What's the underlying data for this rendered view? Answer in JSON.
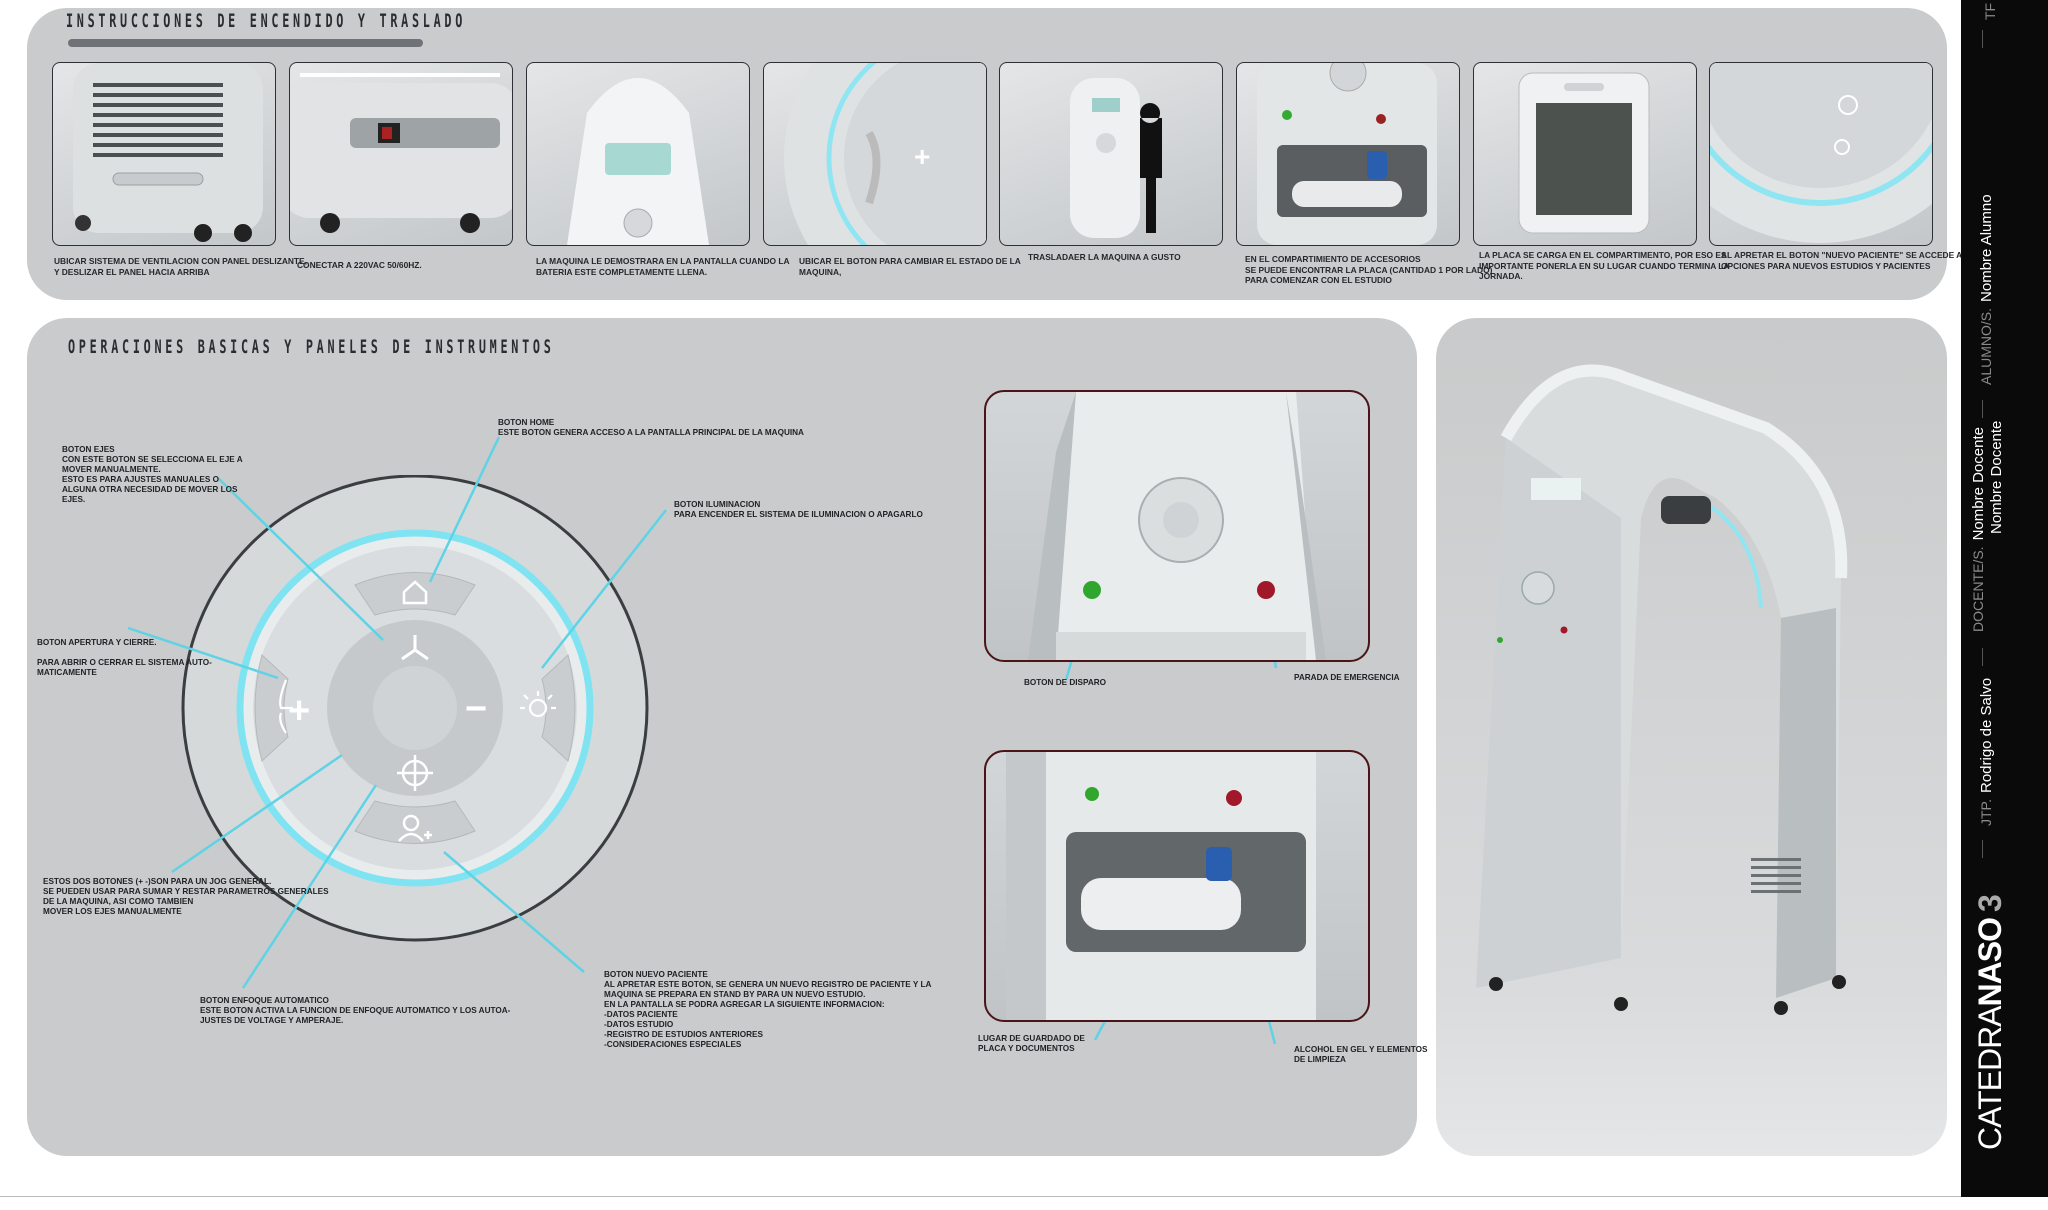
{
  "section1": {
    "title": "INSTRUCCIONES DE ENCENDIDO Y TRASLADO",
    "captions": [
      "UBICAR SISTEMA DE VENTILACION CON PANEL DESLIZANTE,\nY DESLIZAR EL PANEL HACIA ARRIBA",
      "CONECTAR A 220VAC 50/60HZ.",
      "LA MAQUINA LE DEMOSTRARA EN LA PANTALLA CUANDO LA\nBATERIA ESTE COMPLETAMENTE LLENA.",
      "UBICAR EL BOTON PARA CAMBIAR EL ESTADO DE LA\nMAQUINA,",
      "TRASLADAER LA MAQUINA A GUSTO",
      "EN EL COMPARTIMIENTO DE ACCESORIOS\nSE PUEDE ENCONTRAR LA PLACA (CANTIDAD 1 POR LADO)\nPARA COMENZAR CON EL ESTUDIO",
      "LA PLACA SE CARGA EN EL COMPARTIMENTO, POR ESO ES\nIMPORTANTE PONERLA EN SU LUGAR CUANDO TERMINA LA\nJORNADA.",
      "AL APRETAR EL BOTON \"NUEVO PACIENTE\" SE ACCEDE A LAS\nOPCIONES PARA NUEVOS ESTUDIOS Y PACIENTES"
    ]
  },
  "section2": {
    "title": "OPERACIONES BASICAS Y PANELES DE INSTRUMENTOS",
    "annotations": {
      "ejes": "BOTON EJES\nCON ESTE BOTON SE SELECCIONA EL EJE A\nMOVER MANUALMENTE.\nESTO ES PARA AJUSTES MANUALES O\nALGUNA OTRA NECESIDAD DE MOVER LOS\nEJES.",
      "home": "BOTON HOME\nESTE BOTON GENERA ACCESO A LA PANTALLA PRINCIPAL DE LA MAQUINA",
      "iluminacion": "BOTON ILUMINACION\nPARA ENCENDER EL SISTEMA DE ILUMINACION O APAGARLO",
      "apertura": "BOTON APERTURA Y CIERRE.\n\nPARA ABRIR O CERRAR EL SISTEMA AUTO-\nMATICAMENTE",
      "jog": "ESTOS DOS BOTONES (+ -)SON PARA UN JOG GENERAL.\n SE PUEDEN USAR PARA SUMAR Y RESTAR PARAMETROS GENERALES\nDE LA MAQUINA, ASI COMO TAMBIEN\nMOVER LOS EJES MANUALMENTE",
      "enfoque": "BOTON ENFOQUE AUTOMATICO\nESTE BOTON ACTIVA LA FUNCION DE ENFOQUE AUTOMATICO Y LOS AUTOA-\nJUSTES DE VOLTAGE Y AMPERAJE.",
      "nuevo_paciente": "BOTON NUEVO PACIENTE\nAL APRETAR ESTE BOTON, SE GENERA UN NUEVO REGISTRO DE PACIENTE Y LA\nMAQUINA SE PREPARA EN STAND BY PARA UN NUEVO ESTUDIO.\nEN LA PANTALLA SE PODRA AGREGAR LA SIGUIENTE INFORMACION:\n-DATOS PACIENTE\n-DATOS ESTUDIO\n-REGISTRO DE ESTUDIOS ANTERIORES\n-CONSIDERACIONES ESPECIALES",
      "disparo": "BOTON DE DISPARO",
      "emergencia": "PARADA DE EMERGENCIA",
      "guardado": "LUGAR DE GUARDADO DE\nPLACA Y DOCUMENTOS",
      "alcohol": "ALCOHOL EN GEL Y ELEMENTOS\nDE LIMPIEZA"
    }
  },
  "sidebar": {
    "brand_light": "CATEDRA",
    "brand_bold": "NASO",
    "brand_num": "3",
    "jtp_label": "JTP.",
    "jtp_name": "Rodrigo de Salvo",
    "docentes_label": "DOCENTE/S.",
    "docente1": "Nombre Docente",
    "docente2": "Nombre Docente",
    "alumnos_label": "ALUMNO/S.",
    "alumno": "Nombre Alumno",
    "top": "TF"
  },
  "colors": {
    "panel": "#c9cbcc",
    "cyan": "#5fd3e6",
    "sidebar": "#0a0a0a"
  }
}
